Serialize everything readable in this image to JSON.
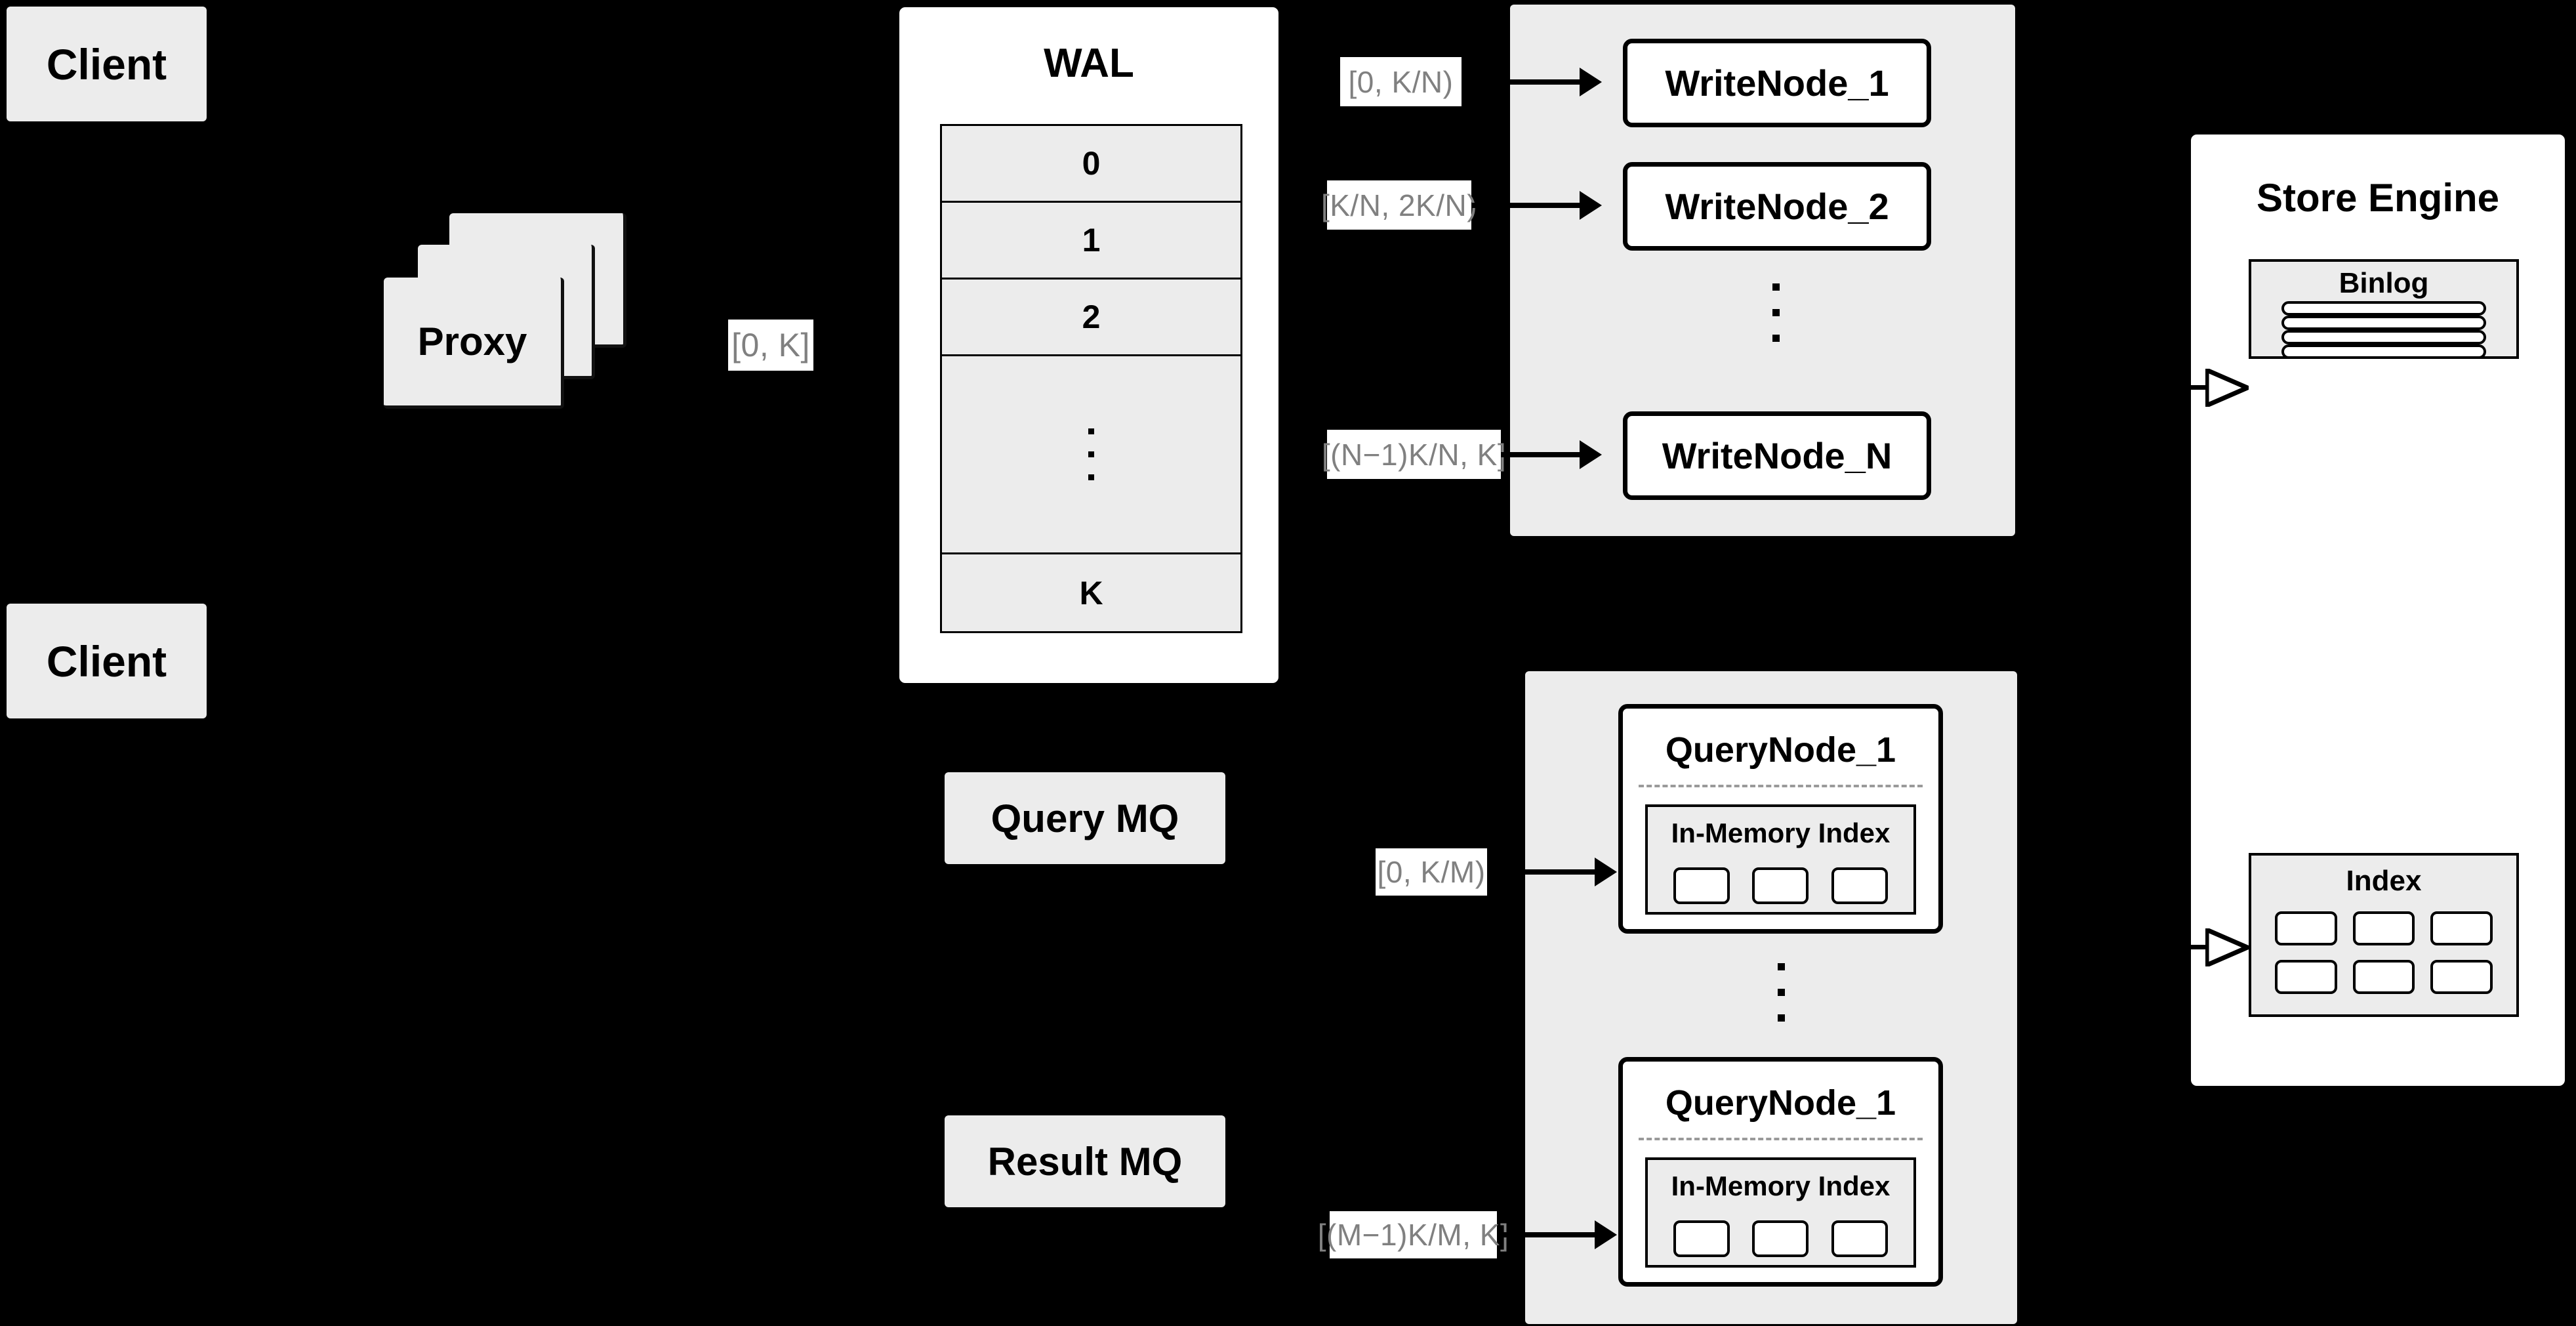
{
  "diagram": {
    "title": "Distributed Vector Database Write/Query Architecture",
    "background_color": "#000000",
    "box_fill": "#ececec",
    "panel_fill": "#ffffff",
    "stroke_color": "#000000",
    "label_text_color": "#808080"
  },
  "clients": [
    {
      "label": "Client"
    },
    {
      "label": "Client"
    }
  ],
  "proxy": {
    "label": "Proxy",
    "stack_count": 3
  },
  "wal": {
    "title": "WAL",
    "rows": [
      "0",
      "1",
      "2",
      "⋮",
      "K"
    ],
    "dots_row_index": 3,
    "dots_count": 3
  },
  "ranges": {
    "proxy_to_wal": "[0, K]",
    "write_node_1": "[0,  K/N)",
    "write_node_2": "[K/N, 2K/N)",
    "write_node_n": "[(N−1)K/N,  K]",
    "query_node_1": "[0, K/M)",
    "query_node_m": "[(M−1)K/M, K]"
  },
  "write_cluster": {
    "nodes": [
      {
        "label": "WriteNode_1"
      },
      {
        "label": "WriteNode_2"
      },
      {
        "label": "WriteNode_N"
      }
    ],
    "ellipsis_dots": 3
  },
  "query_cluster": {
    "nodes": [
      {
        "label": "QueryNode_1",
        "index_title": "In-Memory Index",
        "index_cells": 3
      },
      {
        "label": "QueryNode_1",
        "index_title": "In-Memory Index",
        "index_cells": 3
      }
    ],
    "ellipsis_dots": 3
  },
  "message_queues": [
    {
      "label": "Query MQ"
    },
    {
      "label": "Result MQ"
    }
  ],
  "store_engine": {
    "title": "Store Engine",
    "binlog": {
      "title": "Binlog",
      "rows": 4
    },
    "index": {
      "title": "Index",
      "cells": 6,
      "columns": 3
    }
  }
}
